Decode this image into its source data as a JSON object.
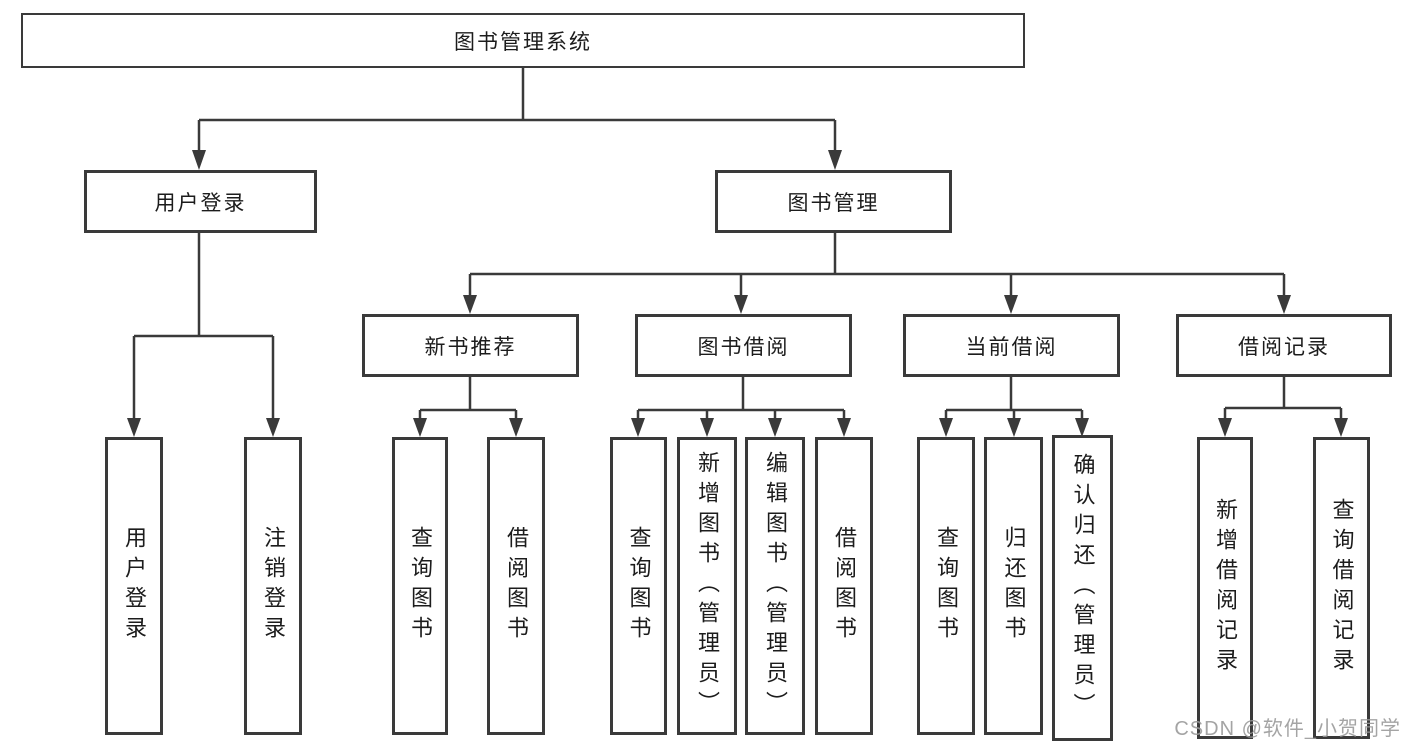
{
  "diagram": {
    "root": {
      "label": "图书管理系统"
    },
    "level2": [
      {
        "label": "用户登录"
      },
      {
        "label": "图书管理"
      }
    ],
    "level3": [
      {
        "label": "新书推荐"
      },
      {
        "label": "图书借阅"
      },
      {
        "label": "当前借阅"
      },
      {
        "label": "借阅记录"
      }
    ],
    "leaves": {
      "user_login": [
        {
          "label": "用户登录"
        },
        {
          "label": "注销登录"
        }
      ],
      "new_books": [
        {
          "label": "查询图书"
        },
        {
          "label": "借阅图书"
        }
      ],
      "book_borrow": [
        {
          "label": "查询图书"
        },
        {
          "label": "新增图书（管理员）"
        },
        {
          "label": "编辑图书（管理员）"
        },
        {
          "label": "借阅图书"
        }
      ],
      "current_borrow": [
        {
          "label": "查询图书"
        },
        {
          "label": "归还图书"
        },
        {
          "label": "确认归还（管理员）"
        }
      ],
      "borrow_records": [
        {
          "label": "新增借阅记录"
        },
        {
          "label": "查询借阅记录"
        }
      ]
    }
  },
  "watermark": {
    "text": "CSDN @软件_小贺同学"
  },
  "colors": {
    "line": "#3a3a3a",
    "box_border": "#3a3a3a",
    "box_fill": "#ffffff",
    "text": "#1c1c1c",
    "watermark": "#9b9b9b",
    "background": "#ffffff"
  }
}
